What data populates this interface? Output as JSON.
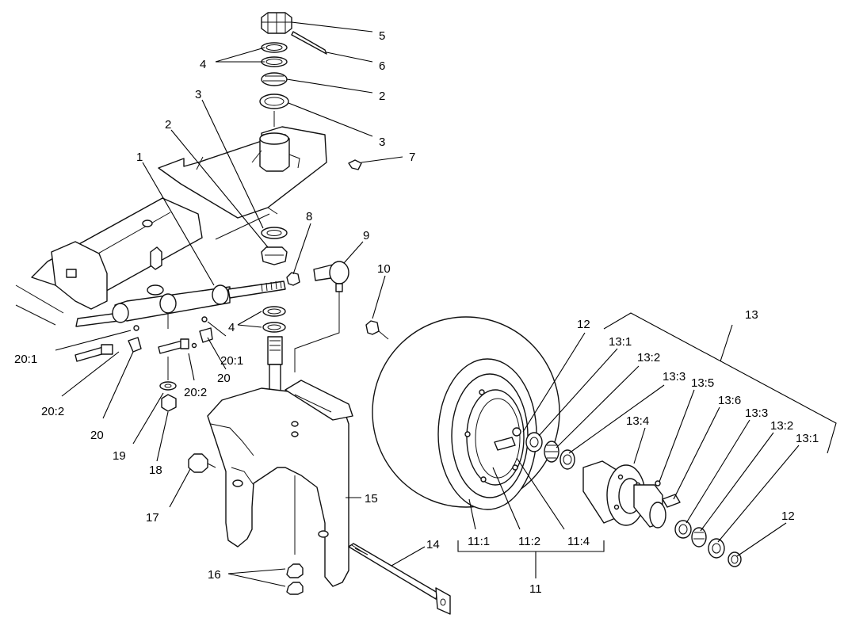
{
  "labels": {
    "l5": "5",
    "l4": "4",
    "l6": "6",
    "l2a": "2",
    "l3a": "3",
    "l3b": "3",
    "l2b": "2",
    "l1": "1",
    "l7": "7",
    "l8": "8",
    "l9": "9",
    "l10": "10",
    "l4b": "4",
    "l20_1a": "20:1",
    "l20_1b": "20:1",
    "l20a": "20",
    "l20b": "20",
    "l20_2a": "20:2",
    "l20_2b": "20:2",
    "l19": "19",
    "l18": "18",
    "l17": "17",
    "l16": "16",
    "l15": "15",
    "l14": "14",
    "l12a": "12",
    "l12b": "12",
    "l13": "13",
    "l13_1a": "13:1",
    "l13_2a": "13:2",
    "l13_3a": "13:3",
    "l13_5": "13:5",
    "l13_4": "13:4",
    "l13_6": "13:6",
    "l13_3b": "13:3",
    "l13_2b": "13:2",
    "l13_1b": "13:1",
    "l11_1": "11:1",
    "l11_2": "11:2",
    "l11_4": "11:4",
    "l11": "11"
  }
}
